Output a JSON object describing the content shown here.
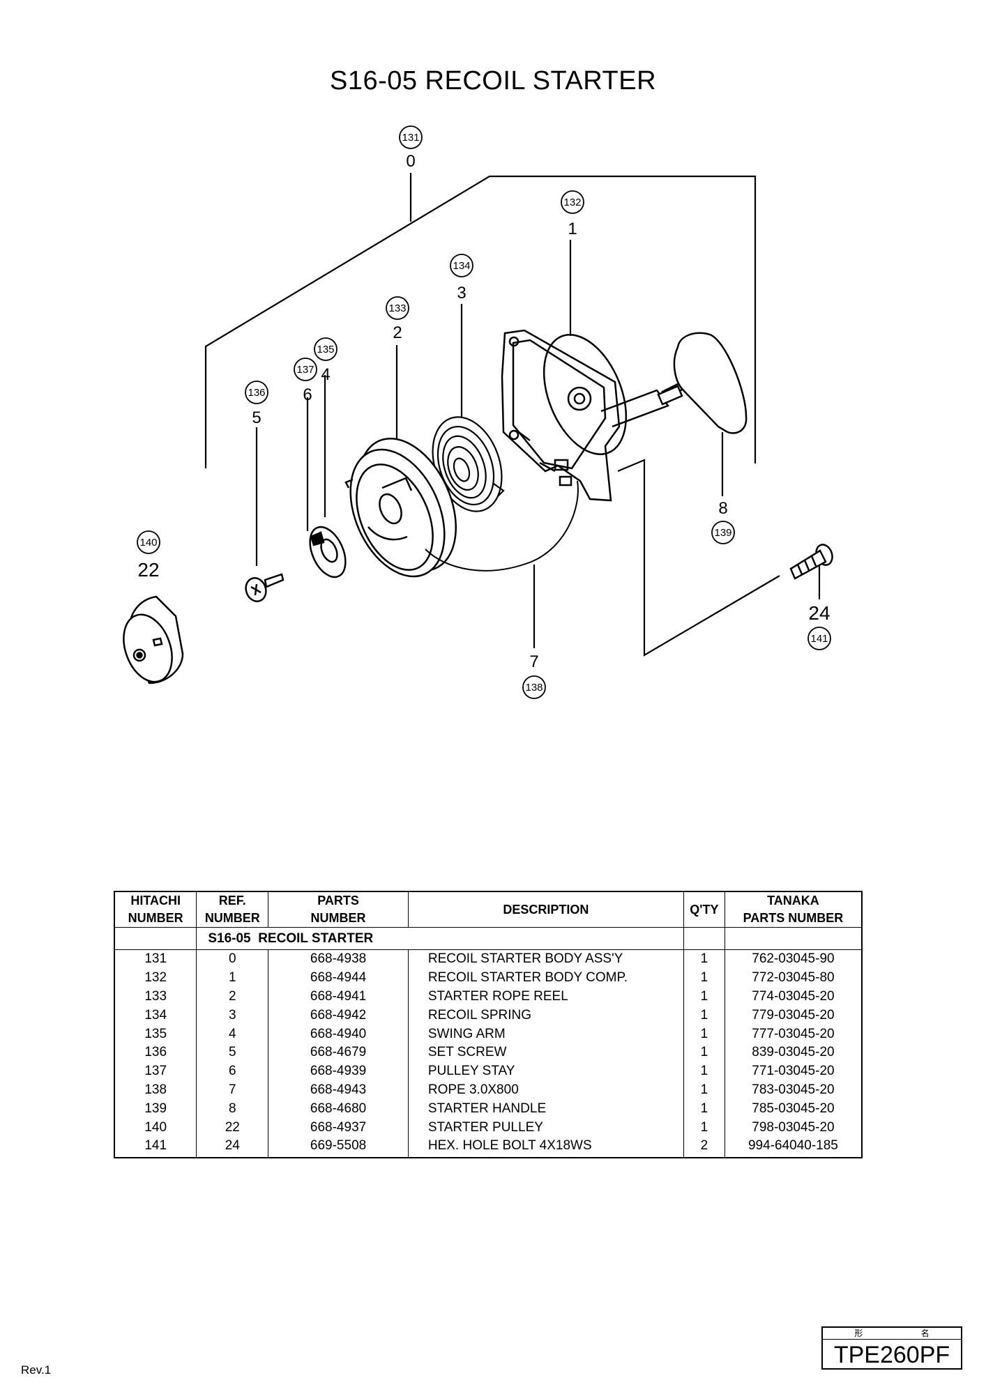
{
  "page": {
    "title": "S16-05 RECOIL STARTER",
    "revision": "Rev.1",
    "model_label": "形 名",
    "model_name": "TPE260PF"
  },
  "diagram": {
    "callouts": [
      {
        "hitachi": "131",
        "ref": "0"
      },
      {
        "hitachi": "132",
        "ref": "1"
      },
      {
        "hitachi": "133",
        "ref": "2"
      },
      {
        "hitachi": "134",
        "ref": "3"
      },
      {
        "hitachi": "135",
        "ref": "4"
      },
      {
        "hitachi": "136",
        "ref": "5"
      },
      {
        "hitachi": "137",
        "ref": "6"
      },
      {
        "hitachi": "138",
        "ref": "7"
      },
      {
        "hitachi": "139",
        "ref": "8"
      },
      {
        "hitachi": "140",
        "ref": "22"
      },
      {
        "hitachi": "141",
        "ref": "24"
      }
    ]
  },
  "table": {
    "headers": {
      "hitachi_1": "HITACHI",
      "hitachi_2": "NUMBER",
      "ref_1": "REF.",
      "ref_2": "NUMBER",
      "parts_1": "PARTS",
      "parts_2": "NUMBER",
      "description": "DESCRIPTION",
      "qty": "Q'TY",
      "tanaka_1": "TANAKA",
      "tanaka_2": "PARTS NUMBER"
    },
    "section_code": "S16-05",
    "section_name": "RECOIL STARTER",
    "rows": [
      {
        "hitachi": "131",
        "ref": "0",
        "parts": "668-4938",
        "description": "RECOIL STARTER BODY ASS'Y",
        "qty": "1",
        "tanaka": "762-03045-90"
      },
      {
        "hitachi": "132",
        "ref": "1",
        "parts": "668-4944",
        "description": "RECOIL STARTER BODY COMP.",
        "qty": "1",
        "tanaka": "772-03045-80"
      },
      {
        "hitachi": "133",
        "ref": "2",
        "parts": "668-4941",
        "description": "STARTER ROPE REEL",
        "qty": "1",
        "tanaka": "774-03045-20"
      },
      {
        "hitachi": "134",
        "ref": "3",
        "parts": "668-4942",
        "description": "RECOIL SPRING",
        "qty": "1",
        "tanaka": "779-03045-20"
      },
      {
        "hitachi": "135",
        "ref": "4",
        "parts": "668-4940",
        "description": "SWING ARM",
        "qty": "1",
        "tanaka": "777-03045-20"
      },
      {
        "hitachi": "136",
        "ref": "5",
        "parts": "668-4679",
        "description": "SET SCREW",
        "qty": "1",
        "tanaka": "839-03045-20"
      },
      {
        "hitachi": "137",
        "ref": "6",
        "parts": "668-4939",
        "description": "PULLEY STAY",
        "qty": "1",
        "tanaka": "771-03045-20"
      },
      {
        "hitachi": "138",
        "ref": "7",
        "parts": "668-4943",
        "description": "ROPE 3.0X800",
        "qty": "1",
        "tanaka": "783-03045-20"
      },
      {
        "hitachi": "139",
        "ref": "8",
        "parts": "668-4680",
        "description": "STARTER HANDLE",
        "qty": "1",
        "tanaka": "785-03045-20"
      },
      {
        "hitachi": "140",
        "ref": "22",
        "parts": "668-4937",
        "description": "STARTER PULLEY",
        "qty": "1",
        "tanaka": "798-03045-20"
      },
      {
        "hitachi": "141",
        "ref": "24",
        "parts": "669-5508",
        "description": "HEX. HOLE BOLT 4X18WS",
        "qty": "2",
        "tanaka": "994-64040-185"
      }
    ]
  }
}
